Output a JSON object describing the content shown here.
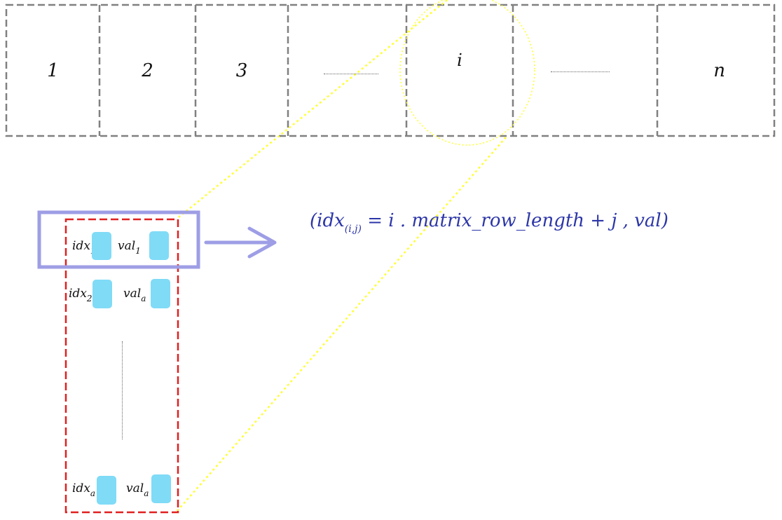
{
  "array": {
    "cells": [
      "1",
      "2",
      "3",
      "i",
      "n"
    ]
  },
  "entries": [
    {
      "idx": "idx",
      "idx_sub": "1",
      "val": "val",
      "val_sub": "1"
    },
    {
      "idx": "idx",
      "idx_sub": "2",
      "val": "val",
      "val_sub": "a"
    },
    {
      "idx": "idx",
      "idx_sub": "a",
      "val": "val",
      "val_sub": "a"
    }
  ],
  "formula": {
    "open": "(idx",
    "sub": "(i,j)",
    "rest": " = i . matrix_row_length + j , val)"
  },
  "colors": {
    "grid_dash": "#808080",
    "highlight_yellow": "#ffff33",
    "row_box": "#9e9ee6",
    "bucket_red": "#e02020",
    "cell_fill": "#80dbf6",
    "formula_ink": "#2c36a8"
  },
  "icons": {
    "arrow": "right-arrow-icon"
  }
}
